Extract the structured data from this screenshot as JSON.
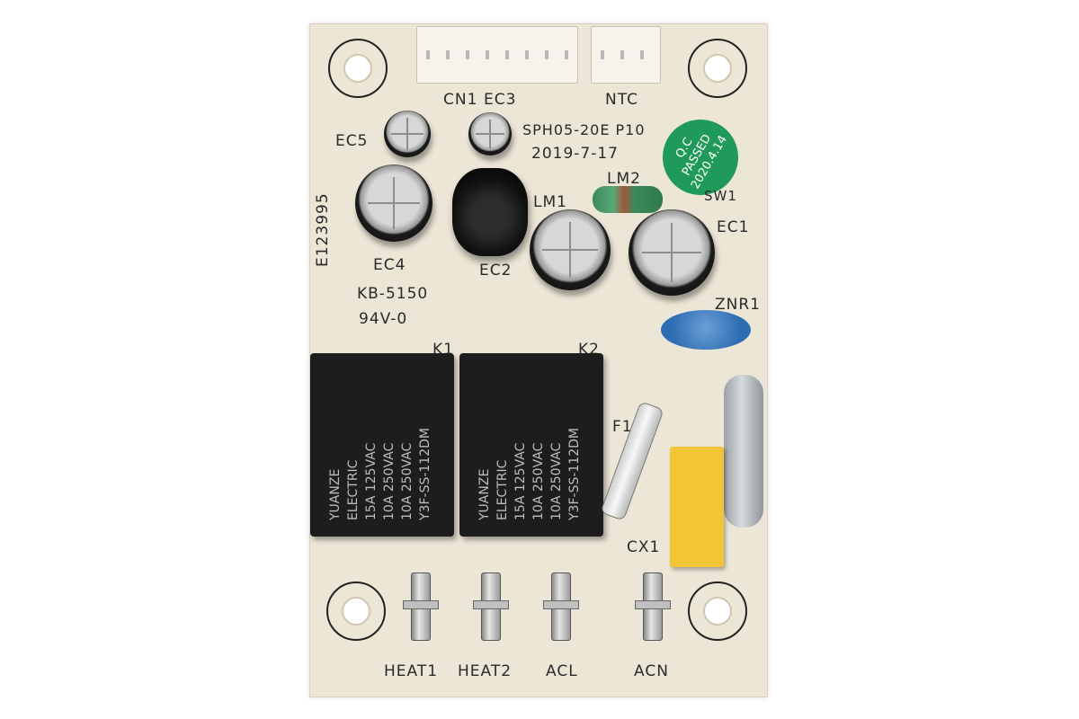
{
  "board": {
    "connector_labels": [
      "CN1",
      "EC3",
      "NTC"
    ],
    "model": "SPH05-20E P10",
    "date": "2019-7-17",
    "ids": [
      "E123995",
      "KB-5150",
      "94V-0"
    ],
    "components": [
      "EC5",
      "EC4",
      "EC2",
      "LM1",
      "LM2",
      "EC1",
      "ZNR1",
      "K1",
      "K2",
      "F1",
      "CX1",
      "SW1"
    ],
    "terminals": [
      "HEAT1",
      "HEAT2",
      "ACL",
      "ACN"
    ],
    "qc_sticker": [
      "Q.C",
      "PASSED",
      "2020.4.14"
    ],
    "relay_text": [
      "YUANZE",
      "ELECTRIC",
      "15A 125VAC",
      "10A 250VAC",
      "10A 250VAC",
      "Y3F-SS-112DM"
    ]
  }
}
